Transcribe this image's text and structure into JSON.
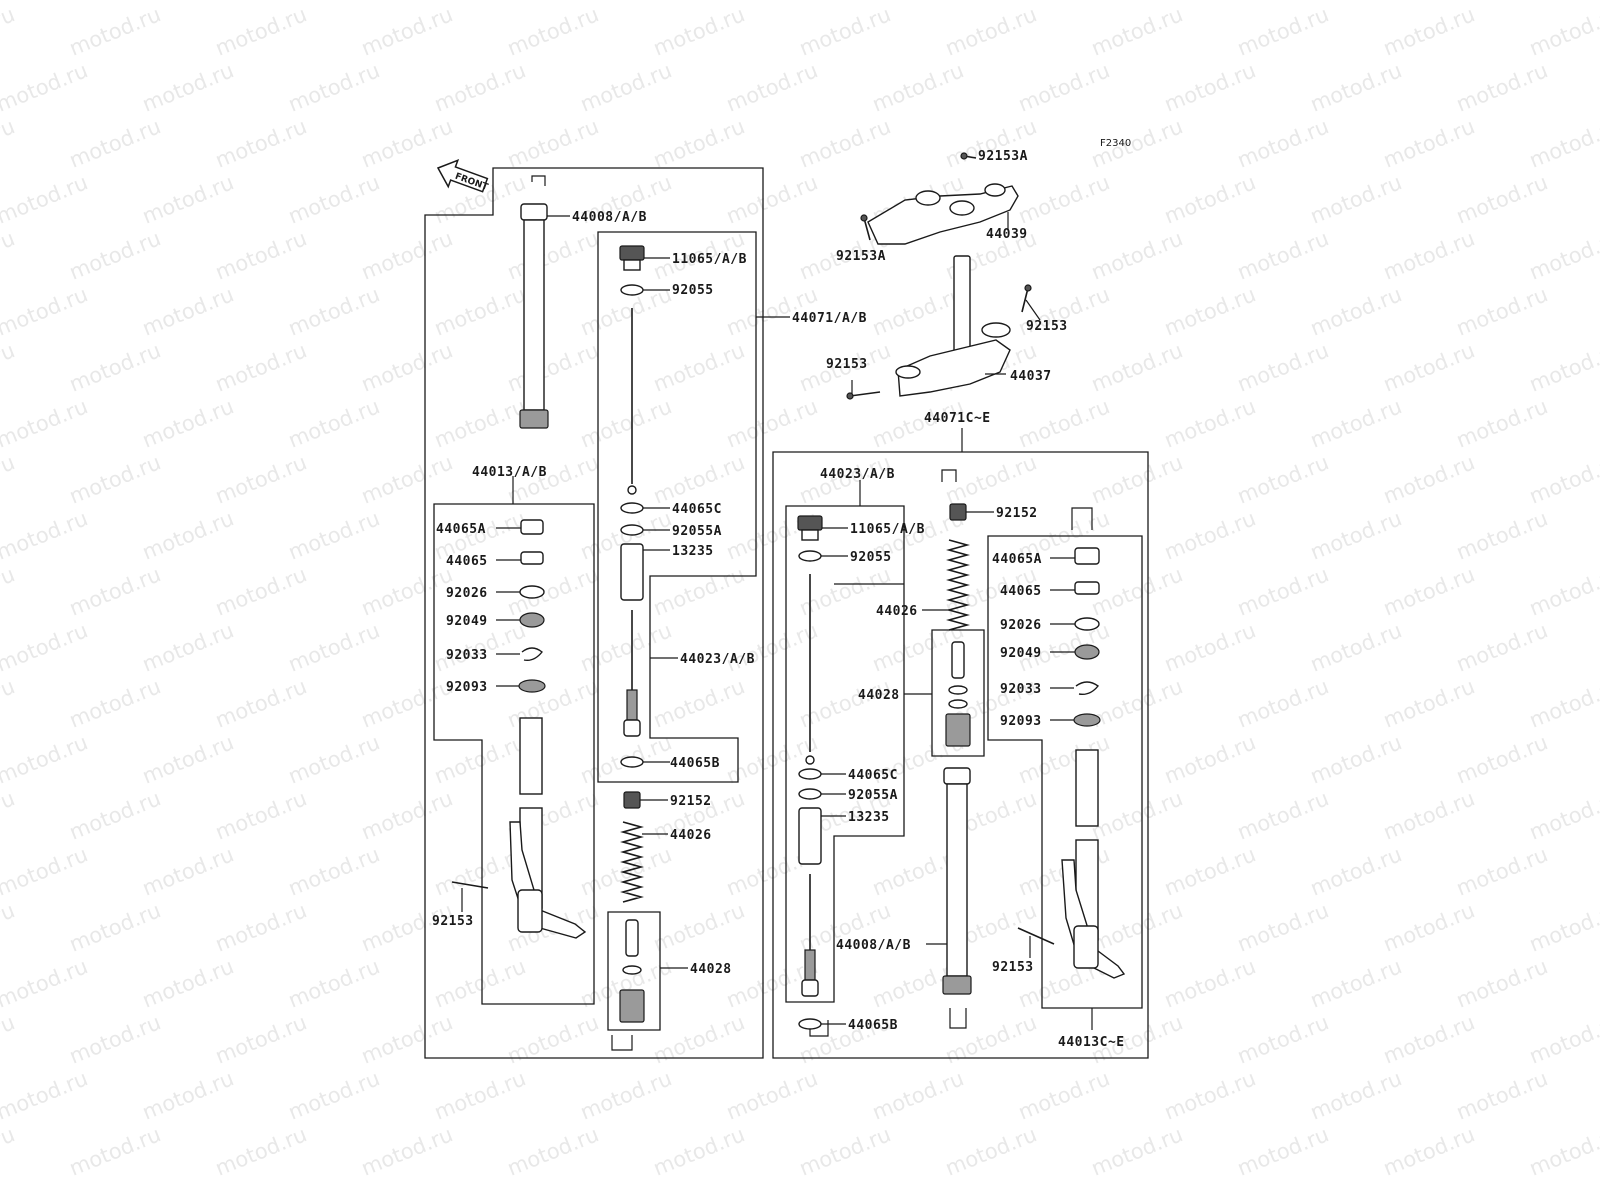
{
  "diagram": {
    "figure_code": "F2340",
    "watermark": "motod.ru",
    "front_arrow": "FRONT",
    "labels": {
      "p44008_left": "44008/A/B",
      "p11065_left": "11065/A/B",
      "p92055_left": "92055",
      "p44071": "44071/A/B",
      "p44065C_left": "44065C",
      "p92055A_left": "92055A",
      "p13235_left": "13235",
      "p44023_left": "44023/A/B",
      "p44065B_left": "44065B",
      "p92152_left": "92152",
      "p44026_left": "44026",
      "p44028_left": "44028",
      "p44013": "44013/A/B",
      "p44065A_left": "44065A",
      "p44065_left": "44065",
      "p92026_left": "92026",
      "p92049_left": "92049",
      "p92033_left": "92033",
      "p92093_left": "92093",
      "p92153_left": "92153",
      "p92153A_top": "92153A",
      "p92153A_side": "92153A",
      "p44039": "44039",
      "p92153_stem_right": "92153",
      "p92153_stem_left": "92153",
      "p44037": "44037",
      "p44071C": "44071C~E",
      "p44023_right": "44023/A/B",
      "p92152_right": "92152",
      "p11065_right": "11065/A/B",
      "p92055_right": "92055",
      "p44026_right": "44026",
      "p44065A_right": "44065A",
      "p44065_right": "44065",
      "p92026_right": "92026",
      "p92049_right": "92049",
      "p44028_right": "44028",
      "p92033_right": "92033",
      "p92093_right": "92093",
      "p44065C_right": "44065C",
      "p92055A_right": "92055A",
      "p13235_right": "13235",
      "p44008_right": "44008/A/B",
      "p92153_right": "92153",
      "p44065B_right": "44065B",
      "p44013C": "44013C~E"
    }
  }
}
